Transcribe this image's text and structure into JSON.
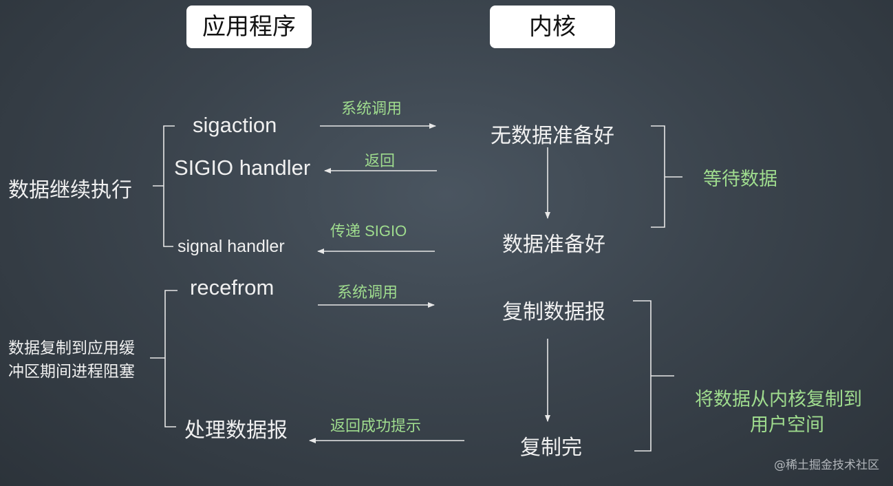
{
  "headers": {
    "app": "应用程序",
    "kernel": "内核"
  },
  "left_groups": {
    "group1": "数据继续执行",
    "group2_line1": "数据复制到应用缓",
    "group2_line2": "冲区期间进程阻塞"
  },
  "app_steps": {
    "sigaction": "sigaction",
    "sigio_handler": "SIGIO handler",
    "signal_handler": "signal handler",
    "recefrom": "recefrom",
    "process_datagram": "处理数据报"
  },
  "arrow_labels": {
    "syscall1": "系统调用",
    "return": "返回",
    "deliver_sigio": "传递 SIGIO",
    "syscall2": "系统调用",
    "return_success": "返回成功提示"
  },
  "kernel_states": {
    "no_data_ready": "无数据准备好",
    "data_ready": "数据准备好",
    "copy_datagram": "复制数据报",
    "copy_done": "复制完"
  },
  "phases": {
    "wait_data": "等待数据",
    "copy_line1": "将数据从内核复制到",
    "copy_line2": "用户空间"
  },
  "watermark": "@稀土掘金技术社区",
  "colors": {
    "annotation_green": "#9fdc8e",
    "background": "#3b444d",
    "header_box": "#ffffff"
  }
}
